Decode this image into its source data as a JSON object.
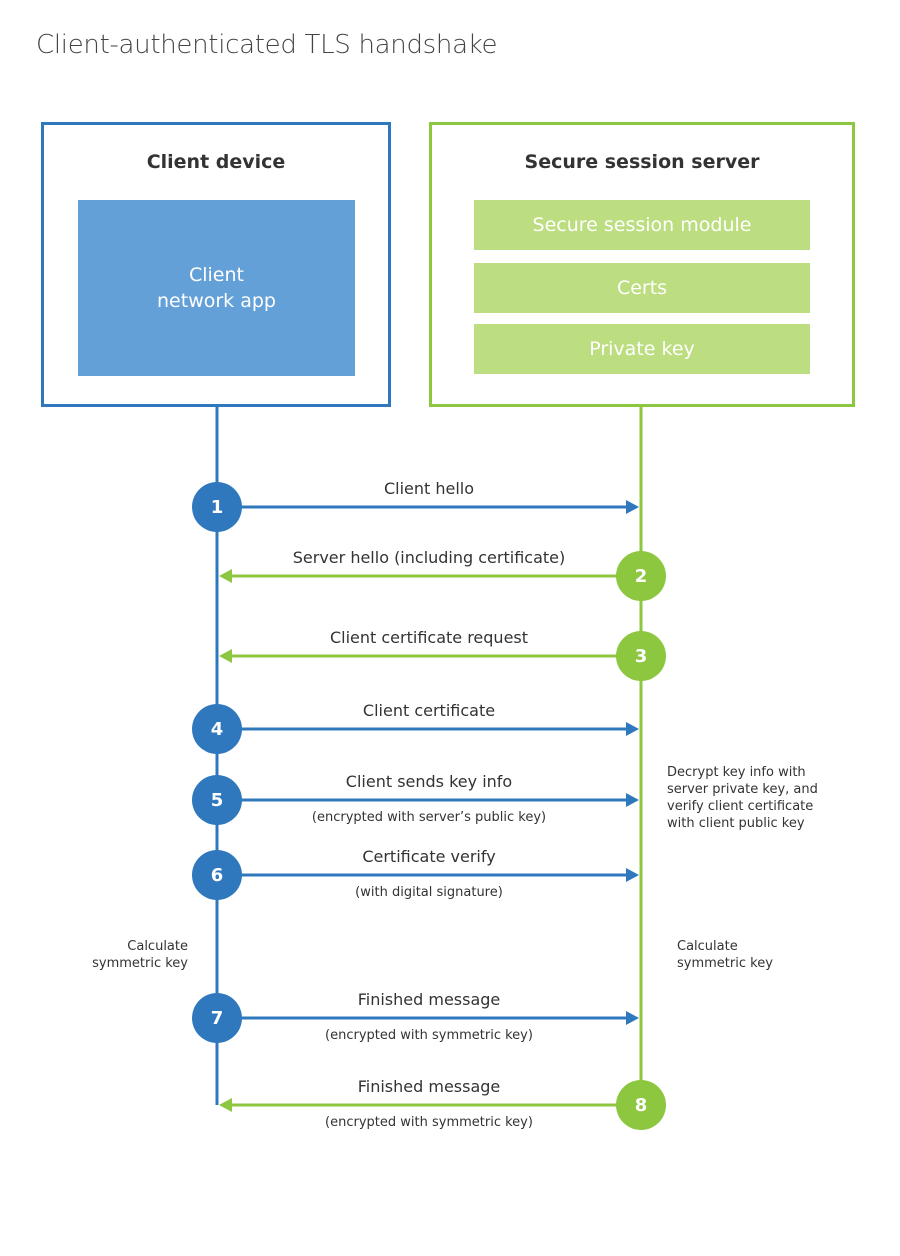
{
  "title": "Client-authenticated TLS handshake",
  "colors": {
    "client": "#2f78be",
    "client_fill": "#64a0d8",
    "server": "#8dc63f",
    "server_fill": "#bcdd80"
  },
  "client": {
    "title": "Client device",
    "component": "Client network app"
  },
  "server": {
    "title": "Secure session server",
    "components": [
      "Secure session module",
      "Certs",
      "Private key"
    ]
  },
  "steps": [
    {
      "n": "1",
      "label": "Client hello",
      "sub": "",
      "from": "client"
    },
    {
      "n": "2",
      "label": "Server hello (including certificate)",
      "sub": "",
      "from": "server"
    },
    {
      "n": "3",
      "label": "Client certificate request",
      "sub": "",
      "from": "server"
    },
    {
      "n": "4",
      "label": "Client certificate",
      "sub": "",
      "from": "client"
    },
    {
      "n": "5",
      "label": "Client sends key info",
      "sub": "(encrypted with server’s public key)",
      "from": "client"
    },
    {
      "n": "6",
      "label": "Certificate verify",
      "sub": "(with digital signature)",
      "from": "client"
    },
    {
      "n": "7",
      "label": "Finished message",
      "sub": "(encrypted with symmetric key)",
      "from": "client"
    },
    {
      "n": "8",
      "label": "Finished message",
      "sub": "(encrypted with symmetric key)",
      "from": "server"
    }
  ],
  "notes": {
    "server_decrypt": "Decrypt key info with server private key, and verify client certificate with client public key",
    "client_calc": "Calculate symmetric key",
    "server_calc": "Calculate symmetric key"
  }
}
